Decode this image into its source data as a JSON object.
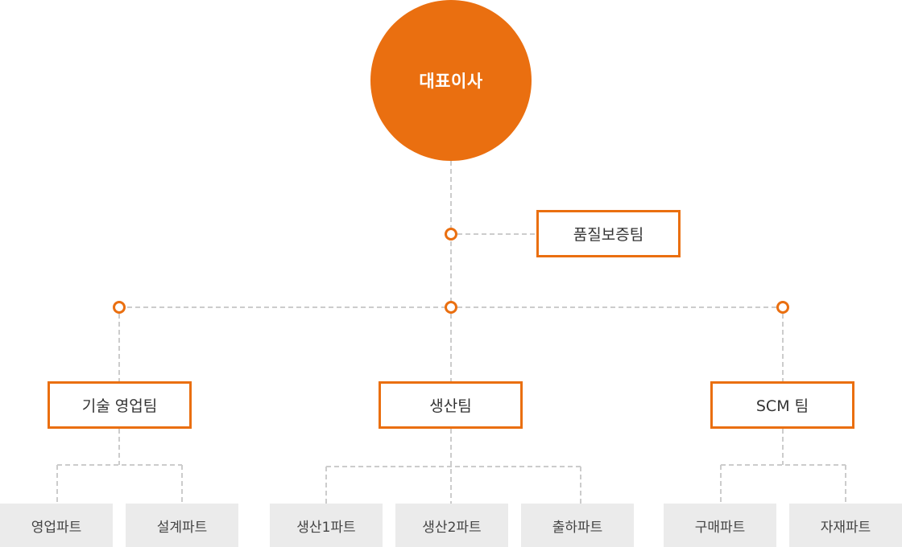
{
  "ceo": {
    "label": "대표이사"
  },
  "quality_team": {
    "label": "품질보증팀"
  },
  "teams": [
    {
      "label": "기술 영업팀",
      "parts": [
        "영업파트",
        "설계파트"
      ]
    },
    {
      "label": "생산팀",
      "parts": [
        "생산1파트",
        "생산2파트",
        "출하파트"
      ]
    },
    {
      "label": "SCM 팀",
      "parts": [
        "구매파트",
        "자재파트"
      ]
    }
  ],
  "colors": {
    "accent": "#ea6f10",
    "connector": "#cccccc",
    "part_bg": "#ebebeb",
    "text": "#333333"
  }
}
